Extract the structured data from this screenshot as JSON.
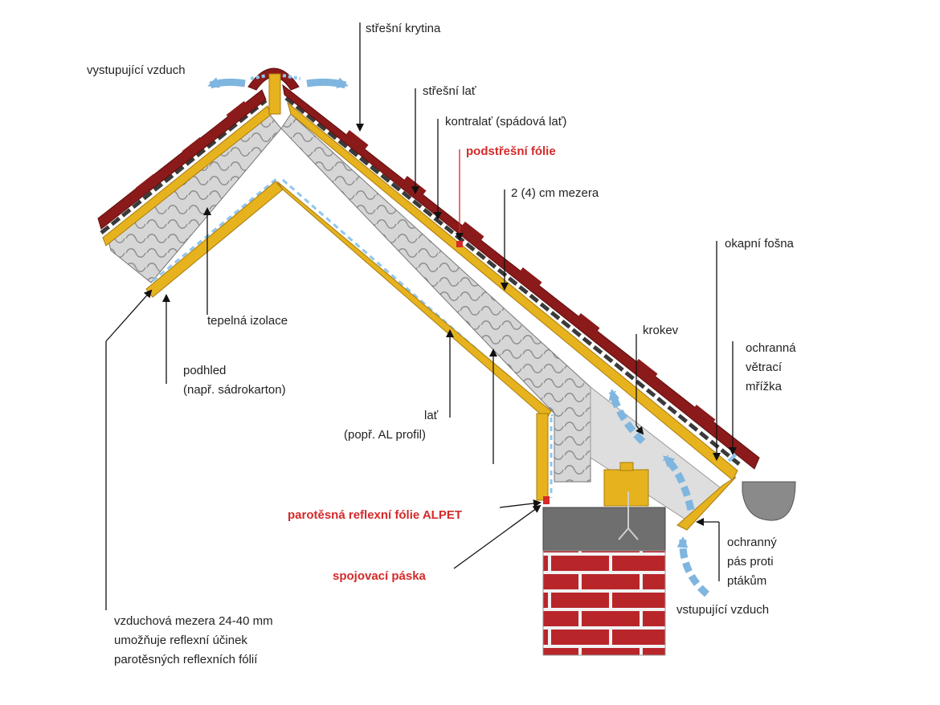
{
  "colors": {
    "tile": "#8b1a1a",
    "tile_shadow": "#5e0f0f",
    "wood": "#e6b31e",
    "wood_edge": "#a77a0e",
    "membrane": "#3a3a3a",
    "insulation": "#d6d6d6",
    "foil": "#8fc6ef",
    "air_arrow": "#7fb6df",
    "brick": "#b8262a",
    "mortar": "#f2f2f2",
    "concrete": "#6f6f6f",
    "gutter": "#8a8a8a",
    "label": "#222222",
    "highlight": "#d42a2a"
  },
  "labels": {
    "air_out": "vystupující vzduch",
    "roof_covering": "střešní krytina",
    "roof_batten": "střešní lať",
    "counter_batten": "kontralať (spádová lať)",
    "underlay_foil": "podstřešní fólie",
    "gap": "2 (4) cm mezera",
    "eaves_board": "okapní fošna",
    "thermal_insulation": "tepelná izolace",
    "ceiling_line1": "podhled",
    "ceiling_line2": "(např. sádrokarton)",
    "rafter": "krokev",
    "vent_grille_line1": "ochranná",
    "vent_grille_line2": "větrací",
    "vent_grille_line3": "mřížka",
    "batten_line1": "lať",
    "batten_line2": "(popř. AL profil)",
    "vapor_foil": "parotěsná reflexní fólie ALPET",
    "bird_strip_line1": "ochranný",
    "bird_strip_line2": "pás proti",
    "bird_strip_line3": "ptákům",
    "joining_tape": "spojovací páska",
    "air_in": "vstupující vzduch",
    "air_gap_line1": "vzduchová mezera 24-40 mm",
    "air_gap_line2": "umožňuje reflexní účinek",
    "air_gap_line3": "parotěsných reflexních fólií"
  }
}
